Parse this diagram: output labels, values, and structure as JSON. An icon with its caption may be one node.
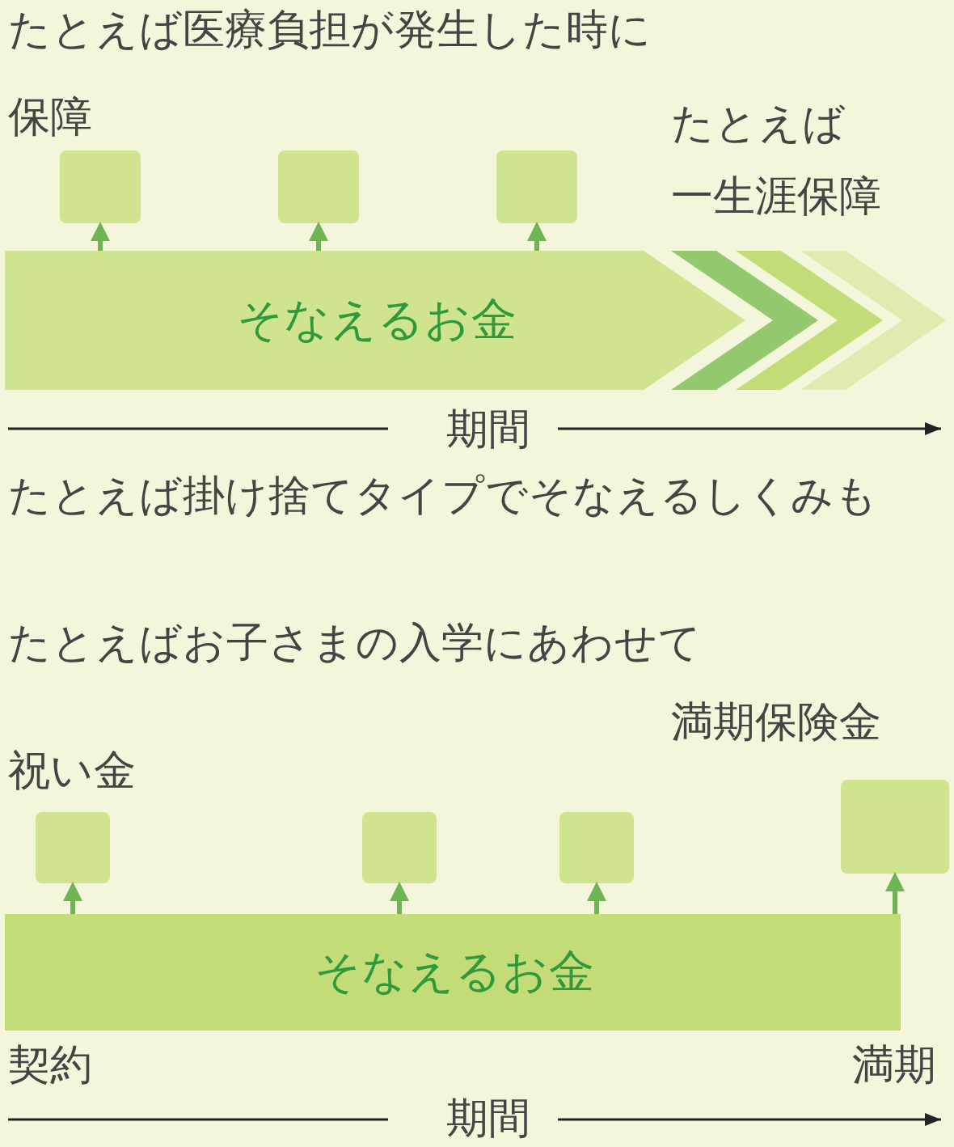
{
  "diagram": {
    "nodes": [
      {
        "text": [
          "そなえるお金"
        ]
      },
      {
        "text": [],
        "shape": "box"
      },
      {
        "text": [],
        "shape": "box"
      },
      {
        "text": [],
        "shape": "box"
      },
      {
        "text": [
          "そなえるお金"
        ]
      },
      {
        "text": [],
        "shape": "box"
      },
      {
        "text": [],
        "shape": "box"
      },
      {
        "text": [],
        "shape": "box"
      },
      {
        "text": [],
        "shape": "box"
      }
    ],
    "edges": [
      {
        "from": 0,
        "to": 1,
        "arrow": "to"
      },
      {
        "from": 0,
        "to": 2,
        "arrow": "to"
      },
      {
        "from": 0,
        "to": 3,
        "arrow": "to"
      },
      {
        "from": 4,
        "to": 5,
        "arrow": "to"
      },
      {
        "from": 4,
        "to": 6,
        "arrow": "to"
      },
      {
        "from": 4,
        "to": 7,
        "arrow": "to"
      },
      {
        "from": 4,
        "to": 8,
        "arrow": "to"
      }
    ],
    "labels": [
      "たとえば医療負担が発生した時に",
      "保障",
      "たとえば",
      "一生涯保障",
      "期間",
      "たとえば掛け捨てタイプでそなえるしくみも",
      "たとえばお子さまの入学にあわせて",
      "満期保険金",
      "祝い金",
      "契約",
      "満期",
      "期間"
    ]
  }
}
